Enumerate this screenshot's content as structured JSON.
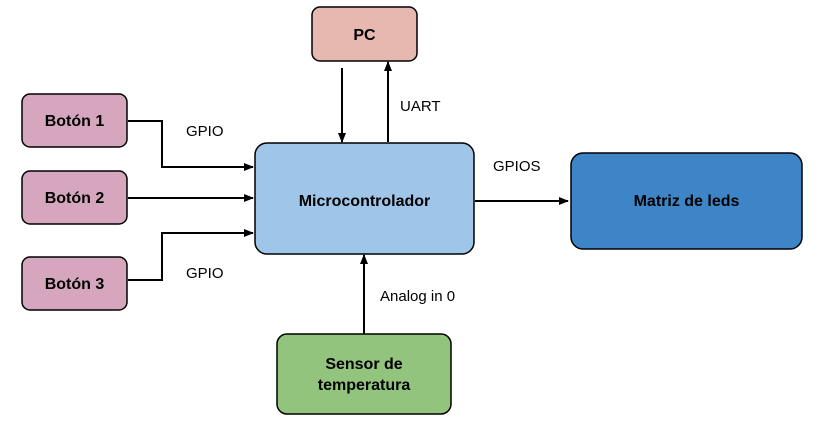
{
  "nodes": {
    "pc": {
      "label": "PC",
      "color": "#e6b8af"
    },
    "boton1": {
      "label": "Botón 1",
      "color": "#d5a6bd"
    },
    "boton2": {
      "label": "Botón 2",
      "color": "#d5a6bd"
    },
    "boton3": {
      "label": "Botón 3",
      "color": "#d5a6bd"
    },
    "micro": {
      "label": "Microcontrolador",
      "color": "#9fc5e8"
    },
    "matriz": {
      "label": "Matriz de leds",
      "color": "#3d85c6"
    },
    "sensor": {
      "label_line1": "Sensor de",
      "label_line2": "temperatura",
      "color": "#93c47d"
    }
  },
  "edges": {
    "gpio_top": "GPIO",
    "gpio_bottom": "GPIO",
    "uart": "UART",
    "gpios": "GPIOS",
    "analog": "Analog in 0"
  },
  "stroke_color": "#000000"
}
